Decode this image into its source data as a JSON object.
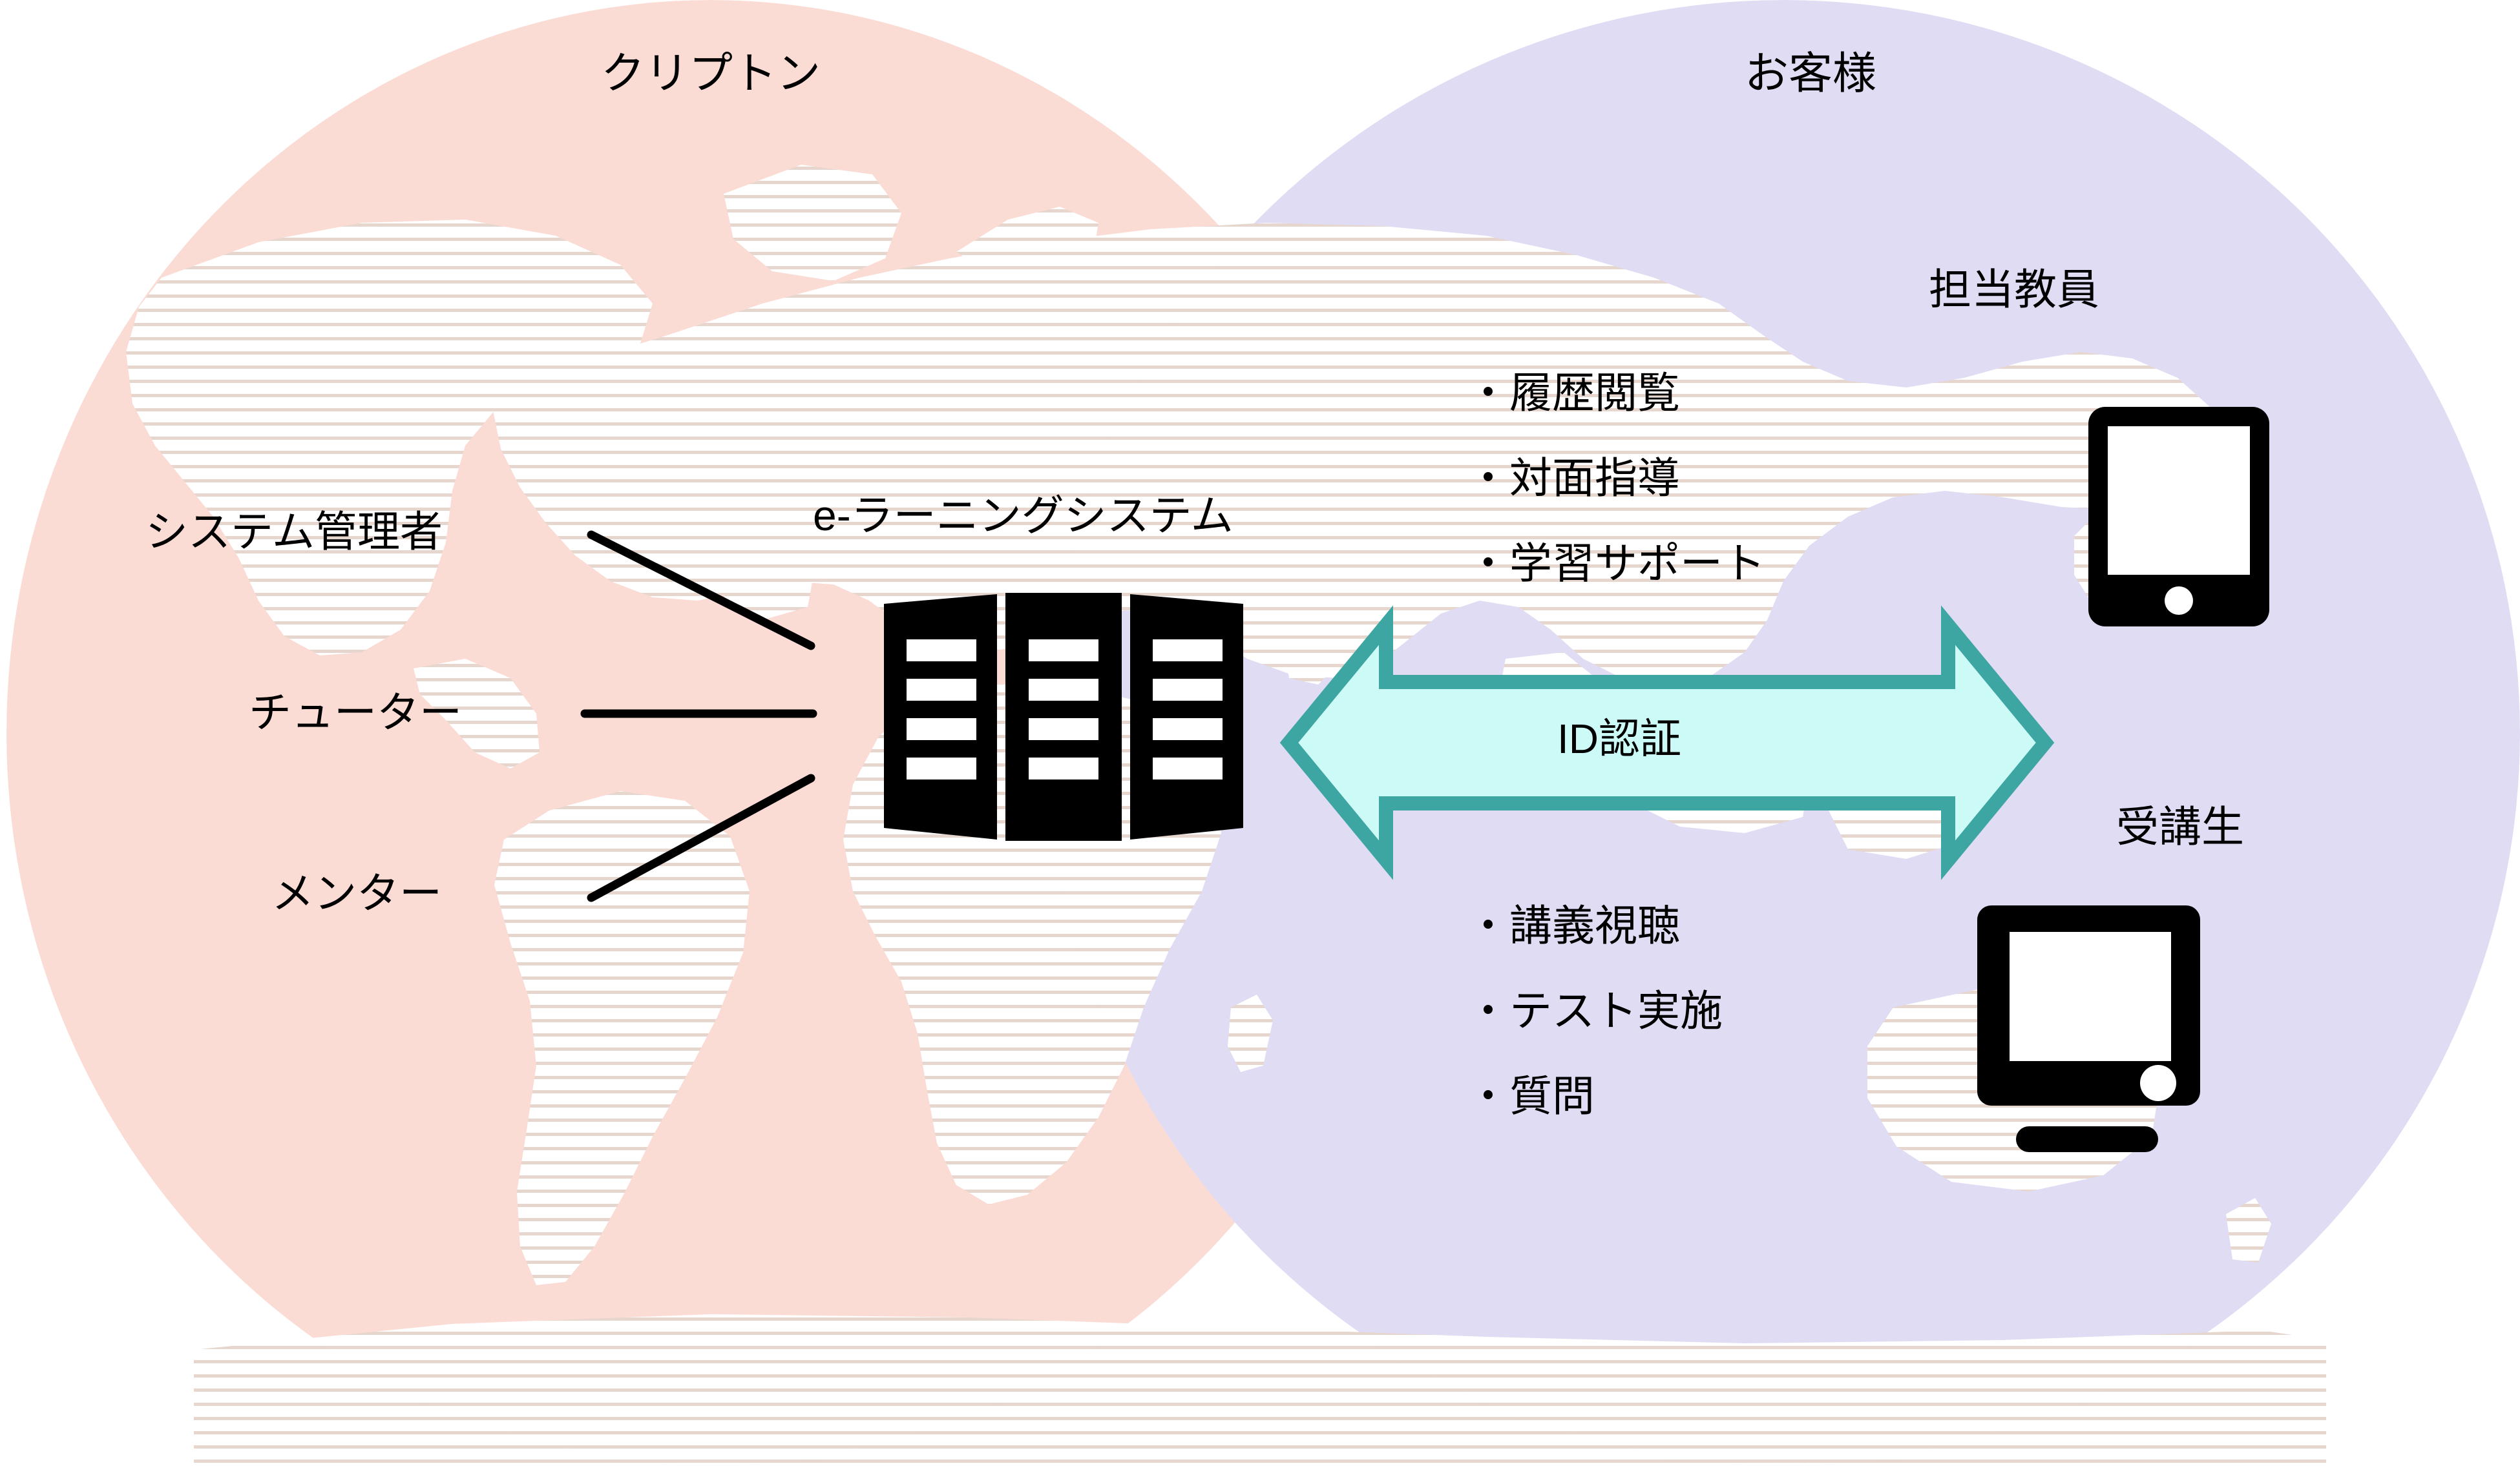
{
  "diagram": {
    "type": "venn-overlap-system-diagram",
    "background": {
      "motif": "world-map-hatched",
      "hatch_color": "#e8d8d0",
      "base_color": "#ffffff"
    },
    "colors": {
      "left_circle_fill": "#fbdcd5",
      "right_circle_fill": "#e0dcf4",
      "arrow_fill": "#ccfaf7",
      "arrow_border": "#3ea6a2",
      "icon_black": "#000000",
      "text": "#000000"
    }
  },
  "left_zone": {
    "title": "クリプトン",
    "roles": [
      {
        "label": "システム管理者"
      },
      {
        "label": "チューター"
      },
      {
        "label": "メンター"
      }
    ],
    "system": {
      "label": "e-ラーニングシステム",
      "icon": "server-rack-icon"
    }
  },
  "right_zone": {
    "title": "お客様",
    "actors": [
      {
        "label": "担当教員",
        "icon": "tablet-icon"
      },
      {
        "label": "受講生",
        "icon": "monitor-icon"
      }
    ],
    "teacher_activities": [
      "・履歴閲覧",
      "・対面指導",
      "・学習サポート"
    ],
    "student_activities": [
      "・講義視聴",
      "・テスト実施",
      "・質問"
    ]
  },
  "connector": {
    "label": "ID認証",
    "style": "double-headed-arrow",
    "direction": "bidirectional"
  }
}
